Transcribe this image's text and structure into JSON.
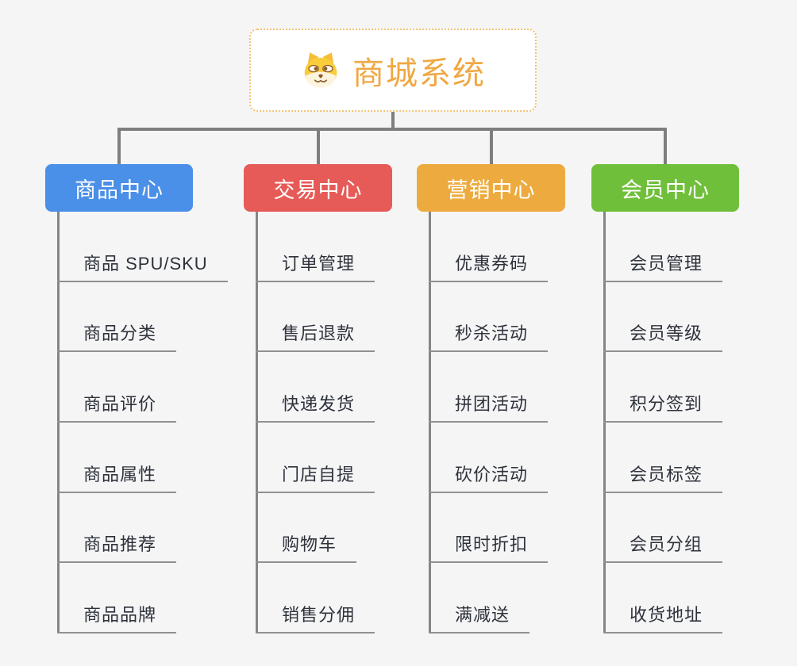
{
  "root": {
    "title": "商城系统",
    "icon": "dog-face-icon",
    "title_color": "#F0A843",
    "border_color": "#F2C273"
  },
  "colors": {
    "background": "#F5F5F6",
    "connector": "#7E7E7E",
    "underline": "#909090",
    "item_text": "#2E323A"
  },
  "branches": [
    {
      "key": "product-center",
      "label": "商品中心",
      "color": "#4A8FE8",
      "children": [
        "商品 SPU/SKU",
        "商品分类",
        "商品评价",
        "商品属性",
        "商品推荐",
        "商品品牌"
      ]
    },
    {
      "key": "trade-center",
      "label": "交易中心",
      "color": "#E65B57",
      "children": [
        "订单管理",
        "售后退款",
        "快递发货",
        "门店自提",
        "购物车",
        "销售分佣"
      ]
    },
    {
      "key": "marketing-center",
      "label": "营销中心",
      "color": "#EDAB3F",
      "children": [
        "优惠券码",
        "秒杀活动",
        "拼团活动",
        "砍价活动",
        "限时折扣",
        "满减送"
      ]
    },
    {
      "key": "member-center",
      "label": "会员中心",
      "color": "#70BF3B",
      "children": [
        "会员管理",
        "会员等级",
        "积分签到",
        "会员标签",
        "会员分组",
        "收货地址"
      ]
    }
  ],
  "layout": {
    "branch_lefts": [
      57,
      307,
      525,
      745
    ],
    "branch_widths": [
      186,
      187,
      187,
      186
    ]
  }
}
